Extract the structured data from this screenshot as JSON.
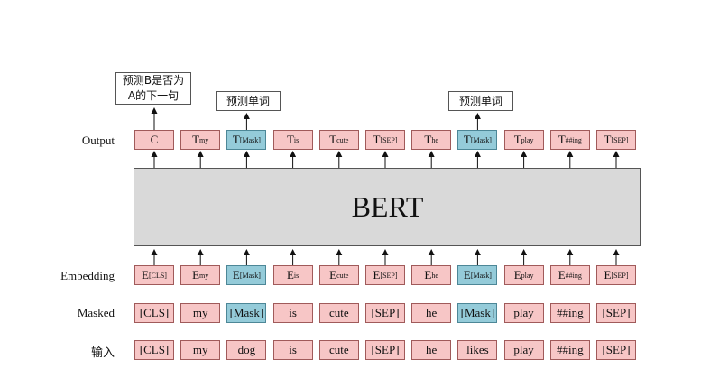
{
  "labels": {
    "output": "Output",
    "embedding": "Embedding",
    "masked": "Masked",
    "input": "输入"
  },
  "center": "BERT",
  "callouts": {
    "nsp": [
      "预测B是否为",
      "A的下一句"
    ],
    "mlm": "预测单词"
  },
  "output_tokens": [
    {
      "base": "C",
      "sub": ""
    },
    {
      "base": "T",
      "sub": "my"
    },
    {
      "base": "T",
      "sub": "[Mask]"
    },
    {
      "base": "T",
      "sub": "is"
    },
    {
      "base": "T",
      "sub": "cute"
    },
    {
      "base": "T",
      "sub": "[SEP]"
    },
    {
      "base": "T",
      "sub": "he"
    },
    {
      "base": "T",
      "sub": "[Mask]"
    },
    {
      "base": "T",
      "sub": "play"
    },
    {
      "base": "T",
      "sub": "##ing"
    },
    {
      "base": "T",
      "sub": "[SEP]"
    }
  ],
  "embedding_tokens": [
    {
      "base": "E",
      "sub": "[CLS]"
    },
    {
      "base": "E",
      "sub": "my"
    },
    {
      "base": "E",
      "sub": "[Mask]"
    },
    {
      "base": "E",
      "sub": "is"
    },
    {
      "base": "E",
      "sub": "cute"
    },
    {
      "base": "E",
      "sub": "[SEP]"
    },
    {
      "base": "E",
      "sub": "he"
    },
    {
      "base": "E",
      "sub": "[Mask]"
    },
    {
      "base": "E",
      "sub": "play"
    },
    {
      "base": "E",
      "sub": "##ing"
    },
    {
      "base": "E",
      "sub": "[SEP]"
    }
  ],
  "masked_tokens": [
    "[CLS]",
    "my",
    "[Mask]",
    "is",
    "cute",
    "[SEP]",
    "he",
    "[Mask]",
    "play",
    "##ing",
    "[SEP]"
  ],
  "input_tokens": [
    "[CLS]",
    "my",
    "dog",
    "is",
    "cute",
    "[SEP]",
    "he",
    "likes",
    "play",
    "##ing",
    "[SEP]"
  ],
  "masked_positions": [
    2,
    7
  ],
  "colors": {
    "token_fill": "#f7c6c6",
    "mask_fill": "#94cbd9",
    "bert_fill": "#d9d9d9"
  }
}
